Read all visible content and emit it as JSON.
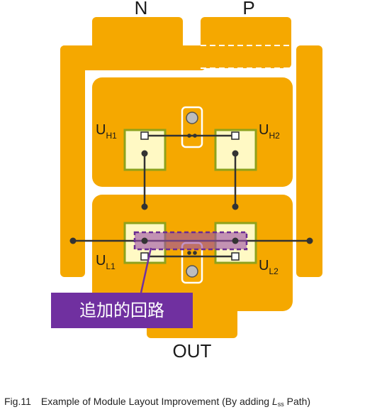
{
  "terminals": {
    "n": "N",
    "p": "P",
    "out": "OUT"
  },
  "devices": [
    {
      "id": "uh1",
      "main": "U",
      "sub": "H1"
    },
    {
      "id": "uh2",
      "main": "U",
      "sub": "H2"
    },
    {
      "id": "ul1",
      "main": "U",
      "sub": "L1"
    },
    {
      "id": "ul2",
      "main": "U",
      "sub": "L2"
    }
  ],
  "callout": {
    "label": "追加的回路"
  },
  "caption": {
    "fig": "Fig.11",
    "text": "Example of Module Layout Improvement (By adding ",
    "l": "L",
    "l_sub": "ss",
    "tail": " Path)"
  },
  "colors": {
    "copper": "#F5A800",
    "chip_fill": "#FFF9C4",
    "chip_border": "#8EA21C",
    "wire": "#333333",
    "path_fill": "#9B4DA8",
    "path_border": "#6B2C91",
    "callout_bg": "#7030A0"
  }
}
